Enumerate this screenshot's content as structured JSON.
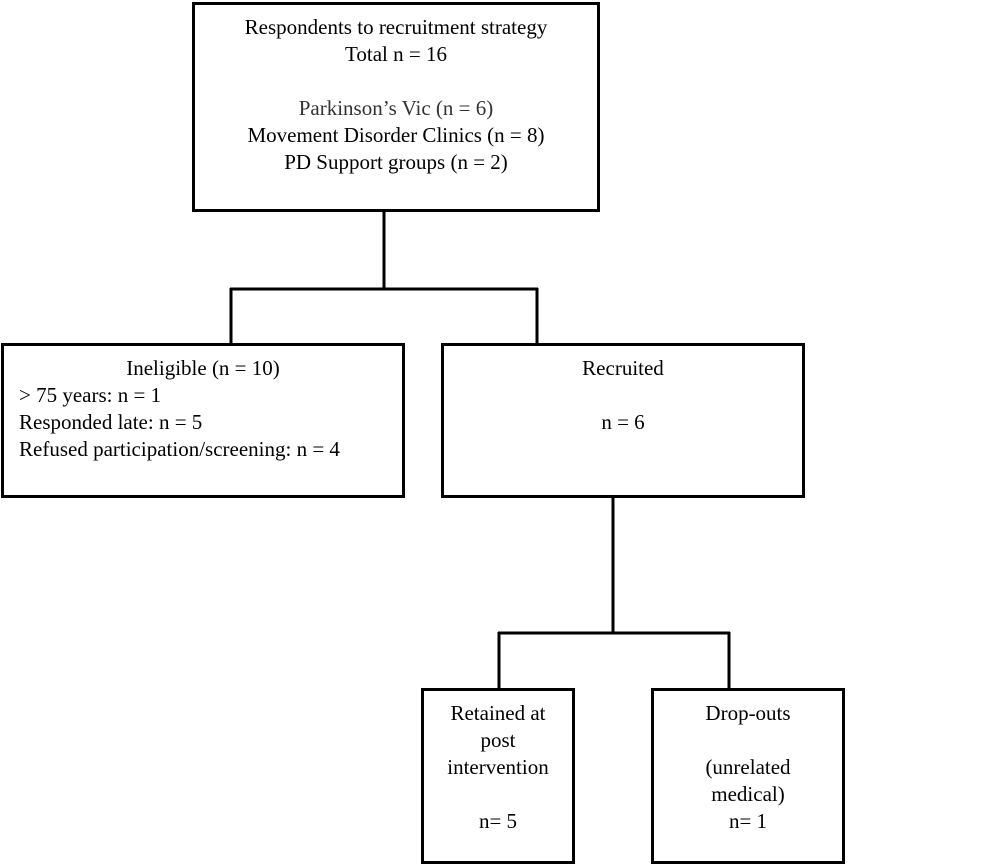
{
  "respondents": {
    "title": "Respondents to recruitment strategy",
    "total": "Total n = 16",
    "sources": [
      "Parkinson’s Vic (n = 6)",
      "Movement Disorder Clinics (n = 8)",
      "PD Support groups (n = 2)"
    ]
  },
  "ineligible": {
    "title": "Ineligible (n = 10)",
    "reasons": [
      "> 75 years: n = 1",
      "Responded late: n = 5",
      "Refused participation/screening: n = 4"
    ]
  },
  "recruited": {
    "title": "Recruited",
    "count": "n = 6"
  },
  "retained": {
    "lines": [
      "Retained at",
      "post",
      "intervention"
    ],
    "count": "n= 5"
  },
  "dropouts": {
    "title": "Drop-outs",
    "reason_lines": [
      "(unrelated",
      "medical)"
    ],
    "count": "n= 1"
  }
}
